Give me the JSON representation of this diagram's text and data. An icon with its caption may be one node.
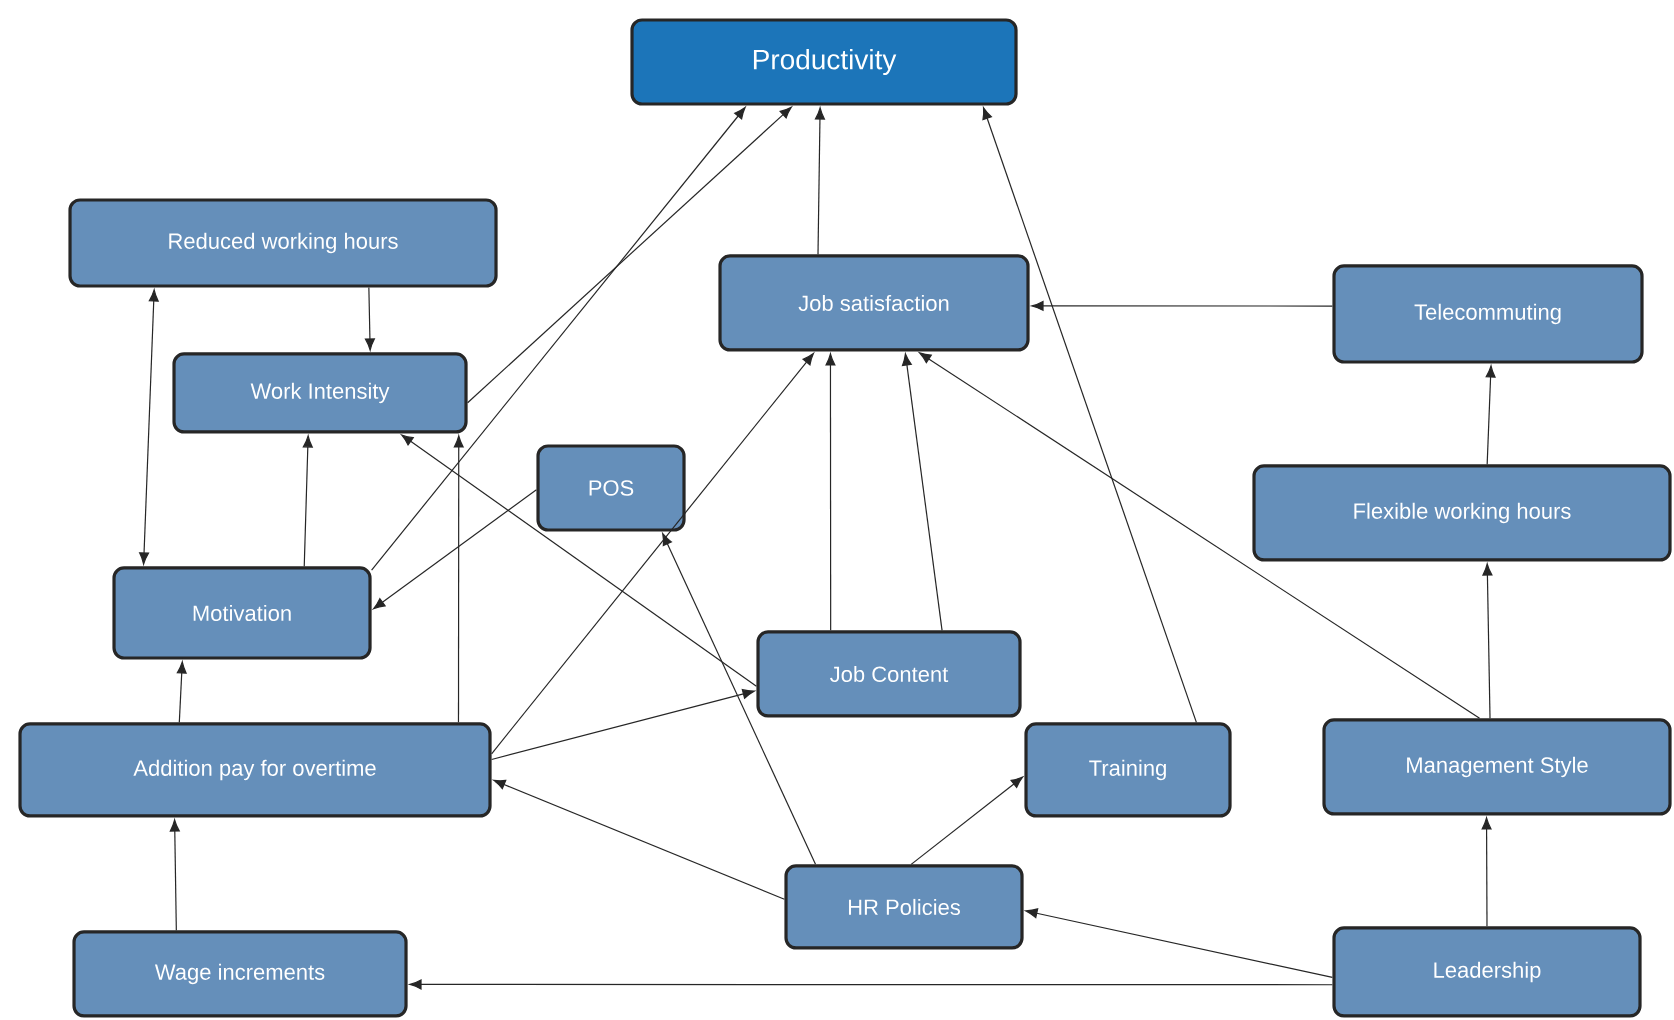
{
  "diagram": {
    "nodes": [
      {
        "text": [
          "Productivity"
        ]
      },
      {
        "text": [
          "Reduced working hours"
        ]
      },
      {
        "text": [
          "Job satisfaction"
        ]
      },
      {
        "text": [
          "Telecommuting"
        ]
      },
      {
        "text": [
          "Work Intensity"
        ]
      },
      {
        "text": [
          "POS"
        ]
      },
      {
        "text": [
          "Flexible working hours"
        ]
      },
      {
        "text": [
          "Motivation"
        ]
      },
      {
        "text": [
          "Job Content"
        ]
      },
      {
        "text": [
          "Addition pay for overtime"
        ]
      },
      {
        "text": [
          "Training"
        ]
      },
      {
        "text": [
          "Management Style"
        ]
      },
      {
        "text": [
          "HR Policies"
        ]
      },
      {
        "text": [
          "Wage increments"
        ]
      },
      {
        "text": [
          "Leadership"
        ]
      }
    ],
    "edges": [
      {
        "from": 1,
        "to": 4,
        "arrow": "to"
      },
      {
        "from": 1,
        "to": 7,
        "arrow": "both"
      },
      {
        "from": 7,
        "to": 4,
        "arrow": "to"
      },
      {
        "from": 7,
        "to": 0,
        "arrow": "to"
      },
      {
        "from": 4,
        "to": 0,
        "arrow": "to"
      },
      {
        "from": 9,
        "to": 4,
        "arrow": "to"
      },
      {
        "from": 5,
        "to": 7,
        "arrow": "to"
      },
      {
        "from": 8,
        "to": 4,
        "arrow": "to"
      },
      {
        "from": 9,
        "to": 2,
        "arrow": "to"
      },
      {
        "from": 9,
        "to": 8,
        "arrow": "to"
      },
      {
        "from": 12,
        "to": 5,
        "arrow": "to"
      },
      {
        "from": 12,
        "to": 9,
        "arrow": "to"
      },
      {
        "from": 12,
        "to": 10,
        "arrow": "to"
      },
      {
        "from": 14,
        "to": 12,
        "arrow": "to"
      },
      {
        "from": 14,
        "to": 13,
        "arrow": "to"
      },
      {
        "from": 14,
        "to": 11,
        "arrow": "to"
      },
      {
        "from": 11,
        "to": 6,
        "arrow": "to"
      },
      {
        "from": 11,
        "to": 2,
        "arrow": "to"
      },
      {
        "from": 6,
        "to": 3,
        "arrow": "to"
      },
      {
        "from": 3,
        "to": 2,
        "arrow": "to"
      },
      {
        "from": 8,
        "to": 2,
        "arrow": "to"
      },
      {
        "from": 8,
        "to": 2,
        "arrow": "to"
      },
      {
        "from": 2,
        "to": 0,
        "arrow": "to"
      },
      {
        "from": 10,
        "to": 0,
        "arrow": "to"
      },
      {
        "from": 13,
        "to": 9,
        "arrow": "to"
      },
      {
        "from": 9,
        "to": 7,
        "arrow": "to"
      }
    ]
  }
}
